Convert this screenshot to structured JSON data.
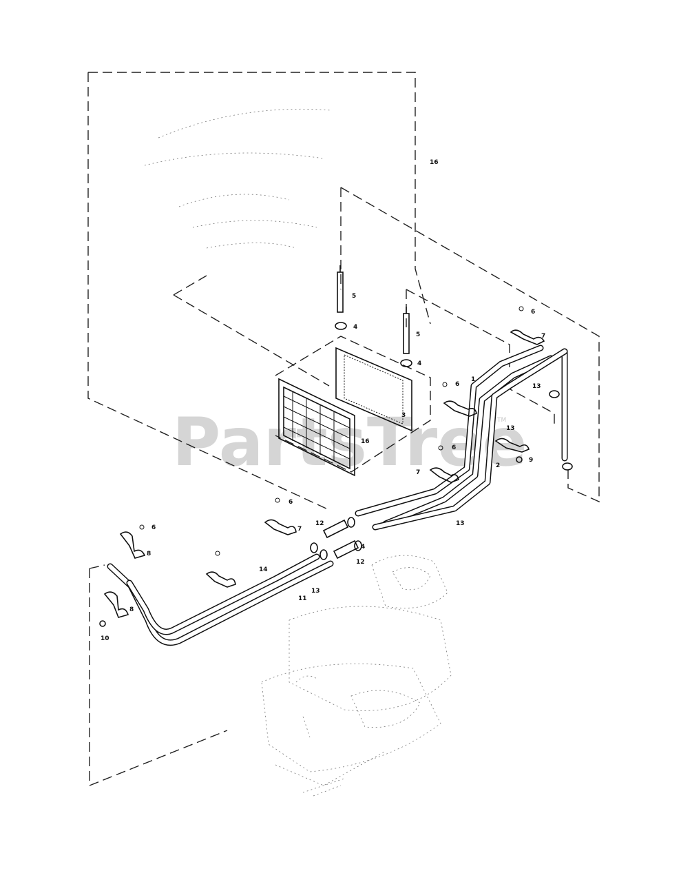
{
  "watermark": {
    "text": "PartsTree",
    "trademark": "TM"
  },
  "callouts": {
    "c16_top": "16",
    "c5_a": "5",
    "c4_a": "4",
    "c5_b": "5",
    "c4_b": "4",
    "c3": "3",
    "c16_mid": "16",
    "c6_r": "6",
    "c7_r": "7",
    "c13_r1": "13",
    "c1": "1",
    "c6_m": "6",
    "c13_r2": "13",
    "c6_m2": "6",
    "c2": "2",
    "c9": "9",
    "c7_m": "7",
    "c13_m": "13",
    "c6_l1": "6",
    "c7_l1": "7",
    "c12_a": "12",
    "c4_c": "4",
    "c12_b": "12",
    "c6_l2": "6",
    "c8_l1": "8",
    "c14": "14",
    "c13_l": "13",
    "c11": "11",
    "c8_l2": "8",
    "c10": "10"
  }
}
